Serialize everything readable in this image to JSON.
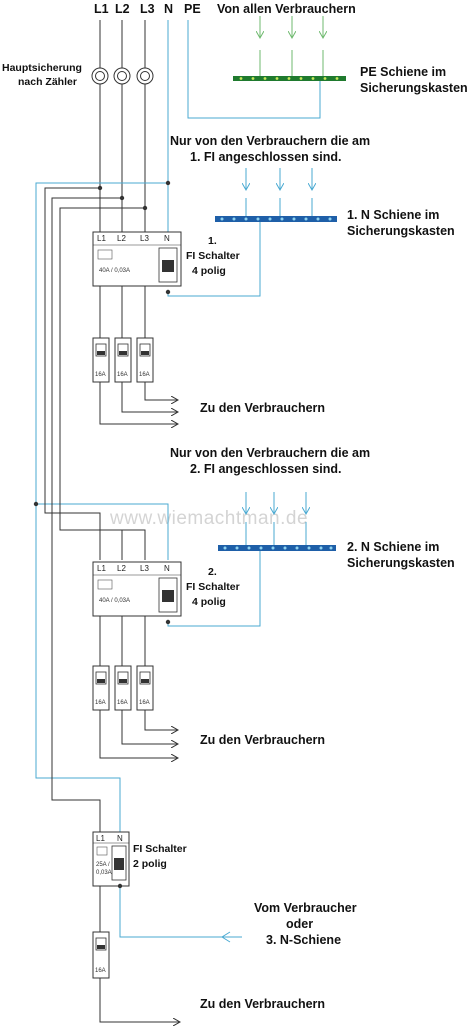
{
  "header": {
    "phases": [
      "L1",
      "L2",
      "L3",
      "N",
      "PE"
    ],
    "pe_source": "Von allen Verbrauchern",
    "main_fuse_label": [
      "Hauptsicherung",
      "nach Zähler"
    ]
  },
  "pe_bar": {
    "label": [
      "PE Schiene im",
      "Sicherungskasten"
    ],
    "color": "#1f7a2e"
  },
  "section1": {
    "n_source": [
      "Nur von den Verbrauchern die am",
      "1. FI angeschlossen sind."
    ],
    "n_bar_label": [
      "1. N Schiene im",
      "Sicherungskasten"
    ],
    "rcd_terminals": [
      "L1",
      "L2",
      "L3",
      "N"
    ],
    "rcd_label": [
      "1.",
      "FI Schalter",
      "4 polig"
    ],
    "rcd_rating": "40A / 0,03A",
    "breakers": [
      "16A",
      "16A",
      "16A"
    ],
    "consumers": "Zu den Verbrauchern"
  },
  "watermark": "www.wiemachtman.de",
  "section2": {
    "n_source": [
      "Nur von den Verbrauchern die am",
      "2. FI angeschlossen sind."
    ],
    "n_bar_label": [
      "2. N Schiene im",
      "Sicherungskasten"
    ],
    "rcd_terminals": [
      "L1",
      "L2",
      "L3",
      "N"
    ],
    "rcd_label": [
      "2.",
      "FI Schalter",
      "4 polig"
    ],
    "rcd_rating": "40A / 0,03A",
    "breakers": [
      "16A",
      "16A",
      "16A"
    ],
    "consumers": "Zu den Verbrauchern"
  },
  "section3": {
    "rcd_terminals": [
      "L1",
      "N"
    ],
    "rcd_label": [
      "FI Schalter",
      "2 polig"
    ],
    "rcd_rating": [
      "25A /",
      "0,03A"
    ],
    "n_source": [
      "Vom Verbraucher",
      "oder",
      "3. N-Schiene"
    ],
    "breaker": "16A",
    "consumers": "Zu den Verbrauchern"
  },
  "colors": {
    "wire_phase": "#333333",
    "wire_neutral": "#4aaad2",
    "n_bar": "#1e5fa8",
    "pe_bar": "#1f7a2e"
  }
}
